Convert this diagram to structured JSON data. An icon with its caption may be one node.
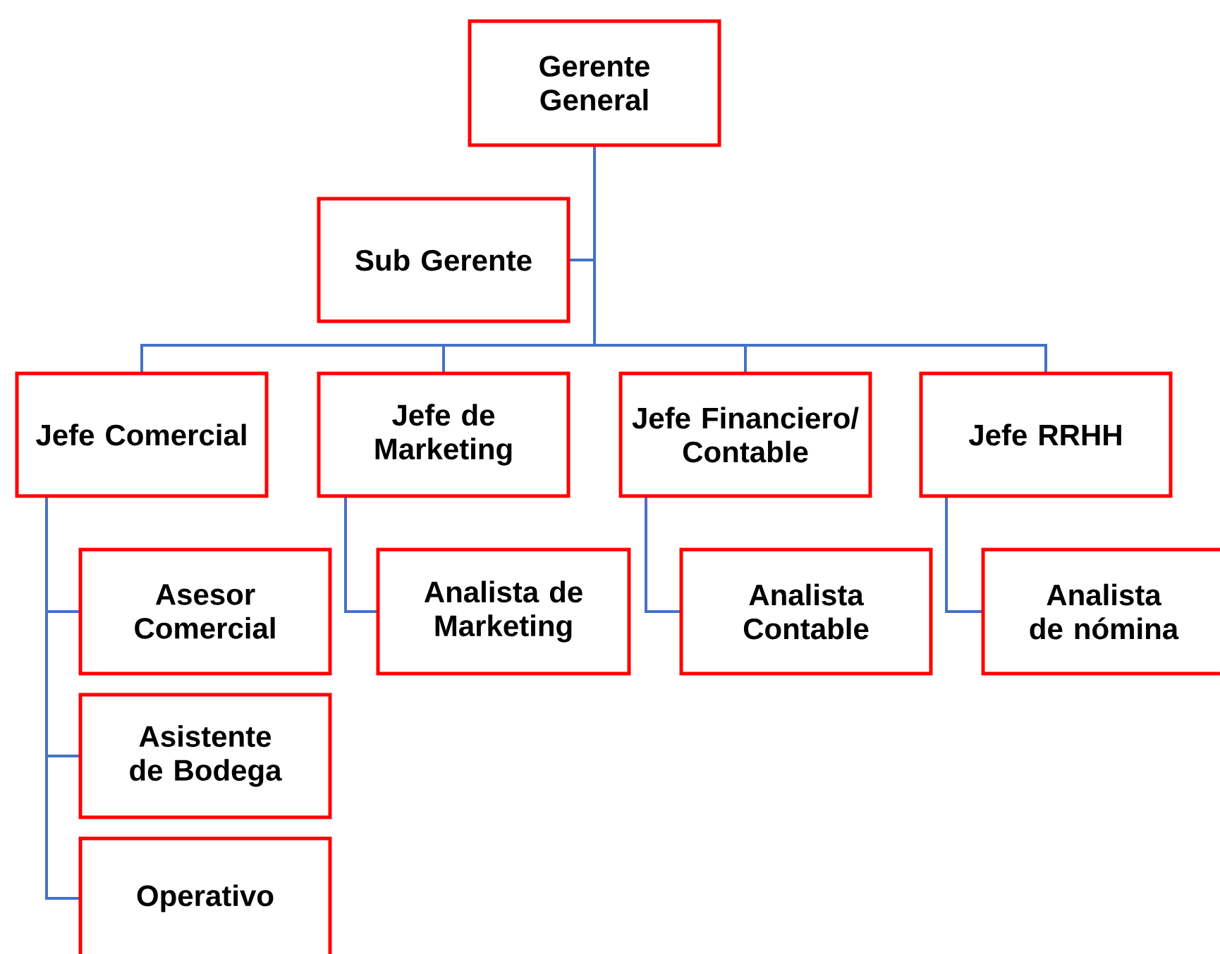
{
  "diagram": {
    "nodes": [
      {
        "text": [
          "Gerente General"
        ]
      },
      {
        "text": [
          "Sub Gerente"
        ]
      },
      {
        "text": [
          "Jefe Comercial"
        ]
      },
      {
        "text": [
          "Jefe de Marketing"
        ]
      },
      {
        "text": [
          "Jefe Financiero/Contable"
        ]
      },
      {
        "text": [
          "Jefe RRHH"
        ]
      },
      {
        "text": [
          "Asesor Comercial"
        ]
      },
      {
        "text": [
          "Asistente de Bodega"
        ]
      },
      {
        "text": [
          "Operativo"
        ]
      },
      {
        "text": [
          "Analista de Marketing"
        ]
      },
      {
        "text": [
          "Analista Contable"
        ]
      },
      {
        "text": [
          "Analista de nómina"
        ]
      }
    ],
    "edges": [
      {
        "from": 0,
        "to": 1,
        "arrow": "none"
      },
      {
        "from": 0,
        "to": 2,
        "arrow": "none"
      },
      {
        "from": 0,
        "to": 3,
        "arrow": "none"
      },
      {
        "from": 0,
        "to": 4,
        "arrow": "none"
      },
      {
        "from": 0,
        "to": 5,
        "arrow": "none"
      },
      {
        "from": 2,
        "to": 6,
        "arrow": "none"
      },
      {
        "from": 2,
        "to": 7,
        "arrow": "none"
      },
      {
        "from": 2,
        "to": 8,
        "arrow": "none"
      },
      {
        "from": 3,
        "to": 9,
        "arrow": "none"
      },
      {
        "from": 4,
        "to": 10,
        "arrow": "none"
      },
      {
        "from": 5,
        "to": 11,
        "arrow": "none"
      }
    ]
  }
}
